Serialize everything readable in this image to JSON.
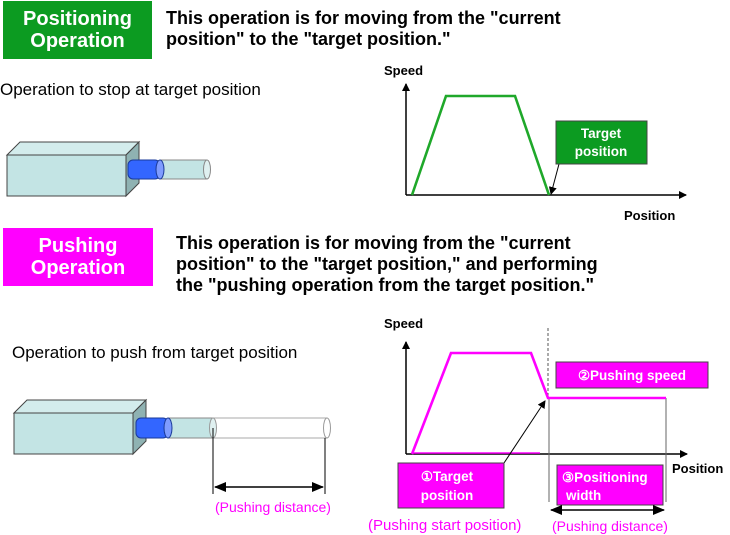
{
  "positioning": {
    "badge_line1": "Positioning",
    "badge_line2": "Operation",
    "description_line1": "This operation is for moving from the \"current",
    "description_line2": "position\" to the \"target position.\"",
    "subtitle": "Operation to stop at target position",
    "chart": {
      "y_label": "Speed",
      "x_label": "Position",
      "callout_line1": "Target",
      "callout_line2": "position",
      "line_color": "#1fa82a",
      "box_color": "#0c9b21"
    }
  },
  "pushing": {
    "badge_line1": "Pushing",
    "badge_line2": "Operation",
    "description_line1": "This operation is for moving from the \"current",
    "description_line2": "position\" to the \"target position,\" and performing",
    "description_line3": "the \"pushing operation from the target position.\"",
    "subtitle": "Operation to push from target position",
    "pushing_distance_label": "(Pushing distance)",
    "chart": {
      "y_label": "Speed",
      "x_label": "Position",
      "pushing_speed_label": "②Pushing speed",
      "target_line1": "①Target",
      "target_line2": "position",
      "positioning_line1": "③Positioning",
      "positioning_line2": "width",
      "pushing_start_label": "(Pushing start position)",
      "pushing_distance_label": "(Pushing distance)",
      "line_color": "#ff00ff"
    }
  },
  "colors": {
    "positioning_accent": "#0c9b21",
    "pushing_accent": "#ff00ff",
    "actuator_body": "#c3e4e4",
    "actuator_rod": "#3366ff"
  }
}
